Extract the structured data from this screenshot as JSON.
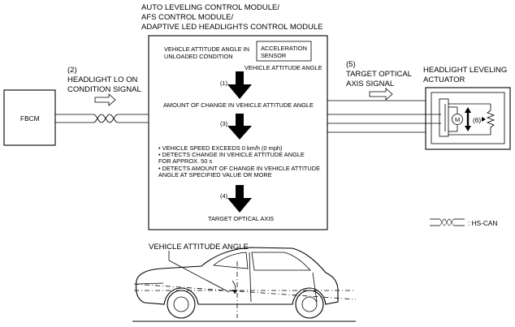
{
  "module": {
    "title_line1": "AUTO LEVELING CONTROL MODULE/",
    "title_line2": "AFS CONTROL MODULE/",
    "title_line3": "ADAPTIVE LED HEADLIGHTS CONTROL MODULE",
    "angle_line1": "VEHICLE ATTITUDE ANGLE IN",
    "angle_line2": "UNLOADED CONDITION",
    "sensor_line1": "ACCELERATION",
    "sensor_line2": "SENSOR",
    "sensor_output": "VEHICLE ATTITUDE ANGLE",
    "step1": "(1)",
    "change_label": "AMOUNT OF CHANGE IN VEHICLE ATTITUDE ANGLE",
    "step3": "(3)",
    "conditions": [
      "• VEHICLE SPEED EXCEEDS 0 km/h (0 mph)",
      "• DETECTS CHANGE IN VEHICLE ATTITUDE ANGLE",
      "  FOR APPROX. 50 s",
      "• DETECTS AMOUNT OF CHANGE IN VEHICLE ATTITUDE",
      "  ANGLE AT SPECIFIED VALUE OR MORE"
    ],
    "step4": "(4)",
    "target_label": "TARGET OPTICAL AXIS"
  },
  "fbcm": {
    "label": "FBCM"
  },
  "signal_in": {
    "number": "(2)",
    "line1": "HEADLIGHT LO ON",
    "line2": "CONDITION SIGNAL"
  },
  "signal_out": {
    "number": "(5)",
    "line1": "TARGET OPTICAL",
    "line2": "AXIS SIGNAL"
  },
  "actuator": {
    "line1": "HEADLIGHT LEVELING",
    "line2": "ACTUATOR",
    "motor": "M",
    "step6": "(6)"
  },
  "legend": {
    "label": ": HS-CAN"
  },
  "vehicle": {
    "label": "VEHICLE ATTITUDE ANGLE"
  }
}
